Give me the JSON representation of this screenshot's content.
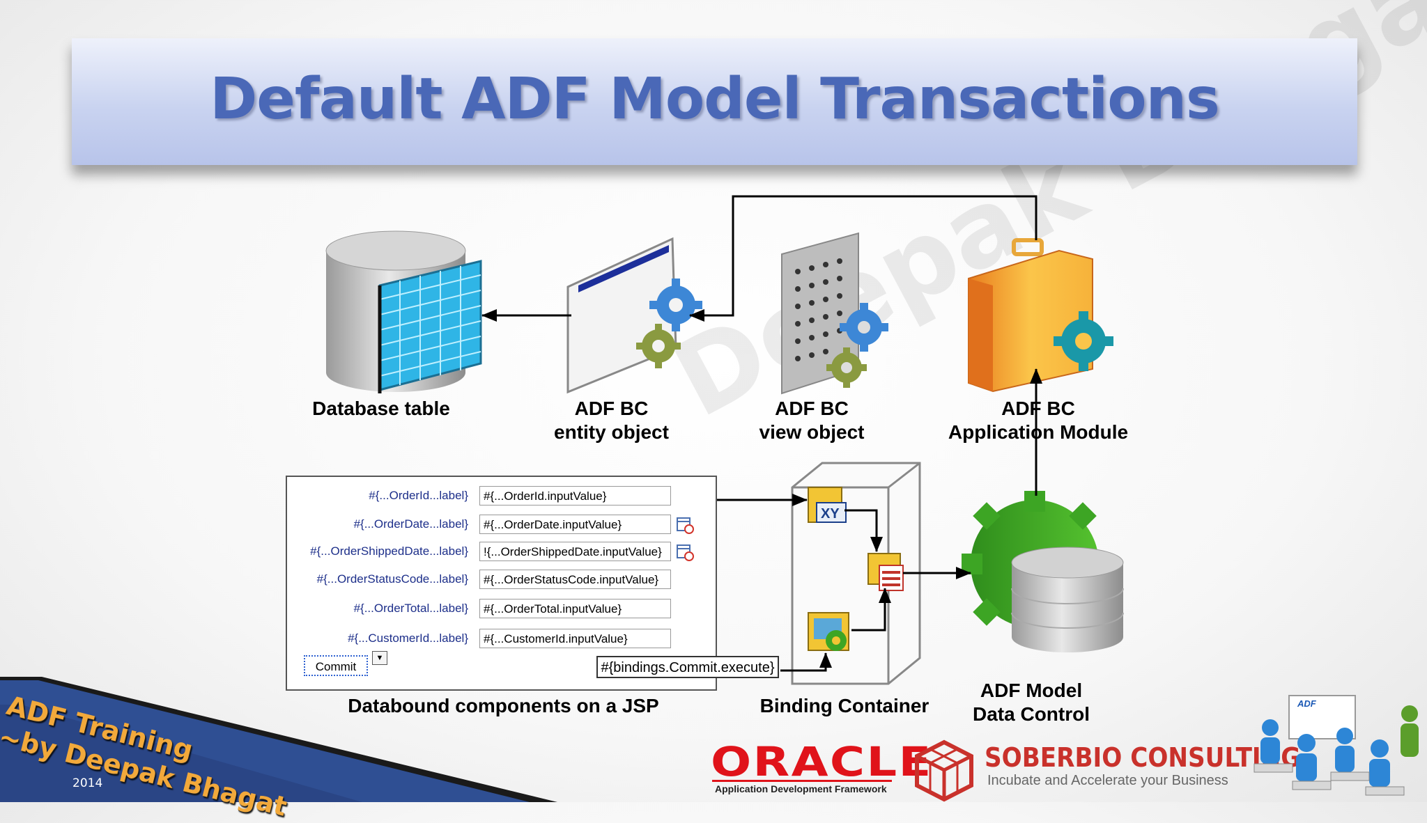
{
  "title": "Default ADF Model Transactions",
  "watermark": "Deepak Bhagat",
  "components": {
    "database_table": "Database table",
    "entity_object": {
      "line1": "ADF BC",
      "line2": "entity object"
    },
    "view_object": {
      "line1": "ADF BC",
      "line2": "view object"
    },
    "application_module": {
      "line1": "ADF BC",
      "line2": "Application Module"
    },
    "binding_container": "Binding Container",
    "data_control": {
      "line1": "ADF Model",
      "line2": "Data Control"
    },
    "jsp_caption": "Databound components on a JSP"
  },
  "jsp_form": {
    "rows": [
      {
        "label": "#{...OrderId...label}",
        "value": "#{...OrderId.inputValue}"
      },
      {
        "label": "#{...OrderDate...label}",
        "value": "#{...OrderDate.inputValue}"
      },
      {
        "label": "#{...OrderShippedDate...label}",
        "value": "!{...OrderShippedDate.inputValue}"
      },
      {
        "label": "#{...OrderStatusCode...label}",
        "value": "#{...OrderStatusCode.inputValue}"
      },
      {
        "label": "#{...OrderTotal...label}",
        "value": "#{...OrderTotal.inputValue}"
      },
      {
        "label": "#{...CustomerId...label}",
        "value": "#{...CustomerId.inputValue}"
      }
    ],
    "commit_label": "Commit",
    "commit_binding": "#{bindings.Commit.execute}"
  },
  "footer": {
    "trainer_line1": "ADF Training",
    "trainer_line2": "~by Deepak Bhagat",
    "year": "2014",
    "oracle_logo": "ORACLE",
    "oracle_tagline": "Application Development Framework",
    "company_name": "SOBERBIO CONSULTING",
    "company_tagline": "Incubate and Accelerate your Business",
    "adf_badge": "ADF"
  },
  "colors": {
    "title": "#4a68b7",
    "banner": "#c9d3f0",
    "oracle_red": "#e0131a",
    "company_red": "#c9312b",
    "trainer_orange": "#f2a93b"
  },
  "icons": [
    "database-icon",
    "entity-object-icon",
    "view-object-icon",
    "briefcase-icon",
    "gear-icon",
    "calendar-icon",
    "binding-icon",
    "people-icon",
    "cube-logo-icon"
  ]
}
